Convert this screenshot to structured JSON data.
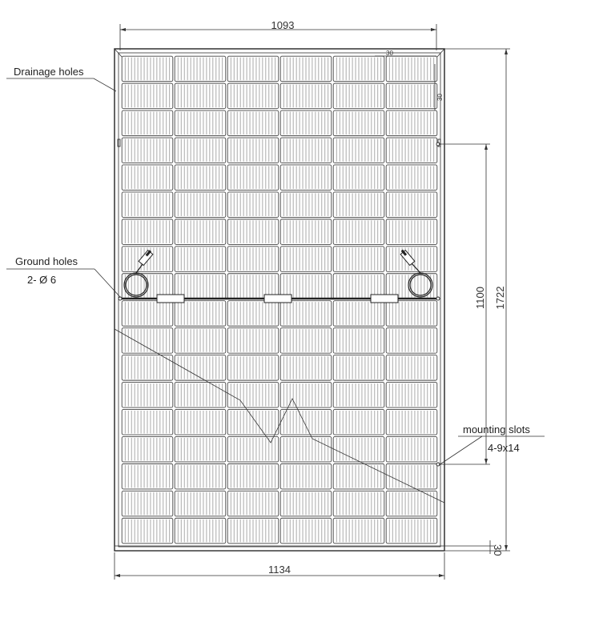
{
  "dimensions": {
    "inner_width": "1093",
    "outer_width": "1134",
    "height_total": "1722",
    "mount_spacing": "1100",
    "frame_top": "30",
    "frame_side": "30",
    "frame_bottom": "30"
  },
  "callouts": {
    "drainage": {
      "label": "Drainage holes"
    },
    "ground": {
      "label": "Ground holes",
      "spec": "2- Ø 6"
    },
    "mounting": {
      "label": "mounting slots",
      "spec": "4-9x14"
    }
  },
  "panel": {
    "columns": 6,
    "rows": 18
  }
}
